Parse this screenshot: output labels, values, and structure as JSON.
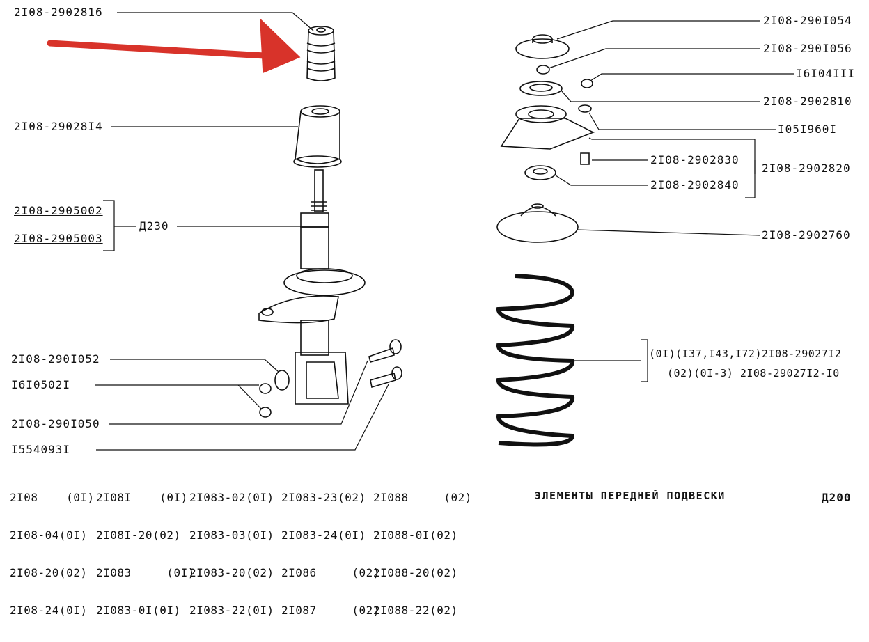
{
  "labels": {
    "bumper_stop": "2I08-2902816",
    "boot": "2I08-29028I4",
    "strut_a": "2I08-2905002",
    "strut_b": "2I08-2905003",
    "d230": "Д230",
    "cap": "2I08-290I054",
    "nut_top": "2I08-290I056",
    "nut_small": "I6I04III",
    "washer": "2I08-2902810",
    "washer_small": "I05I960I",
    "bolt_top": "2I08-2902830",
    "bearing": "2I08-2902840",
    "support_group": "2I08-2902820",
    "spring_seat": "2I08-2902760",
    "spring_line1": "(0I)(I37,I43,I72)2I08-29027I2",
    "spring_line2": "(02)(0I-3) 2I08-29027I2-I0",
    "eccentric_washer": "2I08-290I052",
    "nut_lower": "I6I0502I",
    "bolt_eccentric": "2I08-290I050",
    "bolt_lower": "I554093I"
  },
  "models": [
    [
      "2I08    (0I)",
      "2I08-04(0I)",
      "2I08-20(02)",
      "2I08-24(0I)"
    ],
    [
      "2I08I    (0I)",
      "2I08I-20(02)",
      "2I083     (0I)",
      "2I083-0I(0I)"
    ],
    [
      "2I083-02(0I)",
      "2I083-03(0I)",
      "2I083-20(02)",
      "2I083-22(0I)"
    ],
    [
      "2I083-23(02)",
      "2I083-24(0I)",
      "2I086     (02)",
      "2I087     (02)"
    ],
    [
      "2I088     (02)",
      "2I088-0I(02)",
      "2I088-20(02)",
      "2I088-22(02)"
    ]
  ],
  "caption": "ЭЛЕМЕНТЫ ПЕРЕДНЕЙ ПОДВЕСКИ",
  "page_code": "Д200",
  "colors": {
    "arrow": "#d8332a",
    "ink": "#111111"
  }
}
